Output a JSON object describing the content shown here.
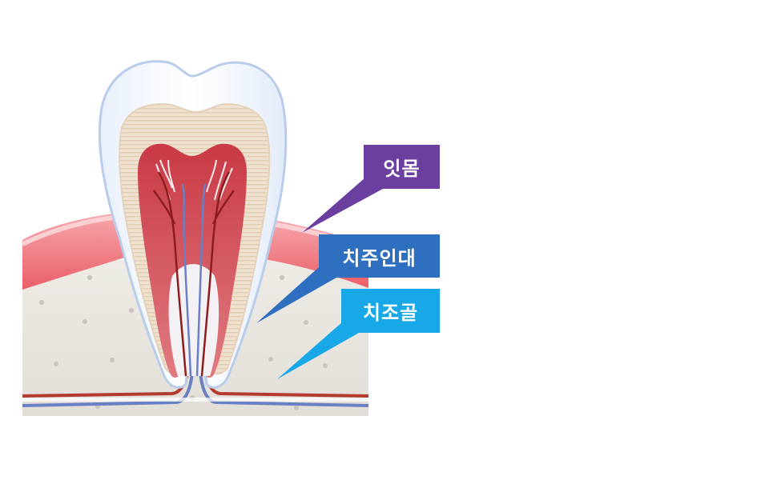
{
  "labels": {
    "gum": {
      "text": "잇몸",
      "color": "#6a3fa0"
    },
    "periodontal_ligament": {
      "text": "치주인대",
      "color": "#2f6fbf"
    },
    "alveolar_bone": {
      "text": "치조골",
      "color": "#18a8e8"
    }
  }
}
